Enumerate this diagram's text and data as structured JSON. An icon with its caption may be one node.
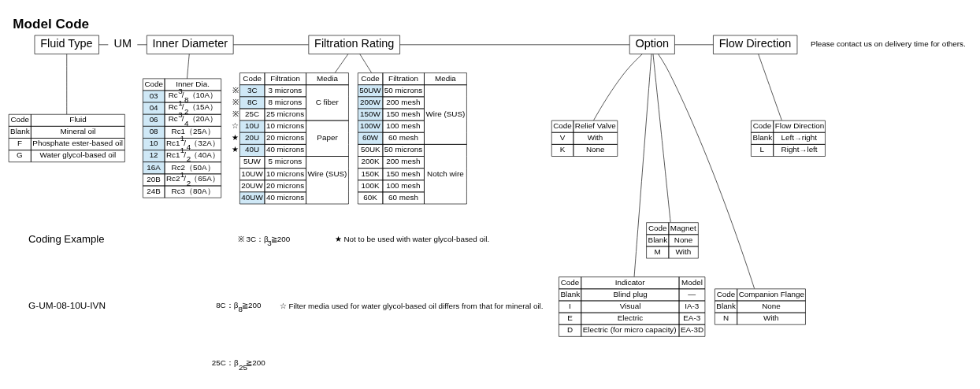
{
  "diagram": {
    "title": "Model Code",
    "nodes": [
      {
        "text": [
          "Fluid Type"
        ]
      },
      {
        "text": [
          "UM"
        ]
      },
      {
        "text": [
          "Inner Diameter"
        ]
      },
      {
        "text": [
          "Filtration Rating"
        ]
      },
      {
        "text": [
          "Option"
        ]
      },
      {
        "text": [
          "Flow Direction"
        ]
      },
      {
        "text": [
          "Code",
          "Fluid",
          "Blank",
          "Mineral oil",
          "F",
          "Phosphate ester-based oil",
          "G",
          "Water glycol-based oil"
        ]
      },
      {
        "text": [
          "Code",
          "Inner Dia.",
          "03",
          "Rc$^{3}$/$_{8}$（10A）",
          "04",
          "Rc$^{1}$/$_{2}$（15A）",
          "06",
          "Rc$^{3}$/$_{4}$（20A）",
          "08",
          "Rc1（25A）",
          "10",
          "Rc1$^{1}$/$_{4}$（32A）",
          "12",
          "Rc1$^{1}$/$_{2}$（40A）",
          "16A",
          "Rc2（50A）",
          "20B",
          "Rc2$^{1}$/$_{2}$（65A）",
          "24B",
          "Rc3（80A）"
        ]
      },
      {
        "text": [
          "Code",
          "Filtration",
          "Media",
          "※",
          "3C",
          "3 microns",
          "※",
          "8C",
          "8 microns",
          "C fiber",
          "※",
          "25C",
          "25 microns",
          "☆",
          "10U",
          "10 microns",
          "★",
          "20U",
          "20 microns",
          "Paper",
          "★",
          "40U",
          "40 microns",
          "5UW",
          "5 microns",
          "10UW",
          "10 microns",
          "Wire (SUS)",
          "20UW",
          "20 microns",
          "40UW",
          "40 microns"
        ]
      },
      {
        "text": [
          "Code",
          "Filtration",
          "Media",
          "50UW",
          "50 microns",
          "200W",
          "200 mesh",
          "150W",
          "150 mesh",
          "Wire (SUS)",
          "100W",
          "100 mesh",
          "60W",
          "60 mesh",
          "50UK",
          "50 microns",
          "200K",
          "200 mesh",
          "150K",
          "150 mesh",
          "Notch wire",
          "100K",
          "100 mesh",
          "60K",
          "60 mesh"
        ]
      },
      {
        "text": [
          "Code",
          "Relief Valve",
          "V",
          "With",
          "K",
          "None"
        ]
      },
      {
        "text": [
          "Code",
          "Indicator",
          "Model",
          "Blank",
          "Blind plug",
          "—",
          "I",
          "Visual",
          "IA-3",
          "E",
          "Electric",
          "EA-3",
          "D",
          "Electric (for micro capacity)",
          "EA-3D"
        ]
      },
      {
        "text": [
          "Code",
          "Magnet",
          "Blank",
          "None",
          "M",
          "With"
        ]
      },
      {
        "text": [
          "Code",
          "Companion Flange",
          "Blank",
          "None",
          "N",
          "With"
        ]
      },
      {
        "text": [
          "Code",
          "Flow Direction",
          "Blank",
          "Left→right",
          "L",
          "Right→left"
        ]
      }
    ],
    "edges": [
      {
        "from": 0,
        "to": 1,
        "arrow": "none"
      },
      {
        "from": 1,
        "to": 2,
        "arrow": "none"
      },
      {
        "from": 2,
        "to": 3,
        "arrow": "none"
      },
      {
        "from": 3,
        "to": 4,
        "arrow": "none"
      },
      {
        "from": 4,
        "to": 5,
        "arrow": "none"
      },
      {
        "from": 0,
        "to": 6,
        "arrow": "none"
      },
      {
        "from": 2,
        "to": 7,
        "arrow": "none"
      },
      {
        "from": 3,
        "to": 8,
        "arrow": "none"
      },
      {
        "from": 3,
        "to": 9,
        "arrow": "none"
      },
      {
        "from": 4,
        "to": 11,
        "arrow": "none"
      },
      {
        "from": 4,
        "to": 10,
        "arrow": "none"
      },
      {
        "from": 4,
        "to": 13,
        "arrow": "none"
      },
      {
        "from": 4,
        "to": 12,
        "arrow": "none"
      },
      {
        "from": 5,
        "to": 14,
        "arrow": "none"
      }
    ],
    "labels": [
      "Please contact us on delivery time for others.",
      "Coding Example",
      "G-UM-08-10U-IVN",
      "※ 3C：β$_{3}$≧200",
      "8C：β$_{8}$≧200",
      "25C：β$_{25}$≧200",
      "★ Not to be used with water glycol-based oil.",
      "☆ Filter media used for water glycol-based oil differs from that for mineral oil."
    ]
  }
}
